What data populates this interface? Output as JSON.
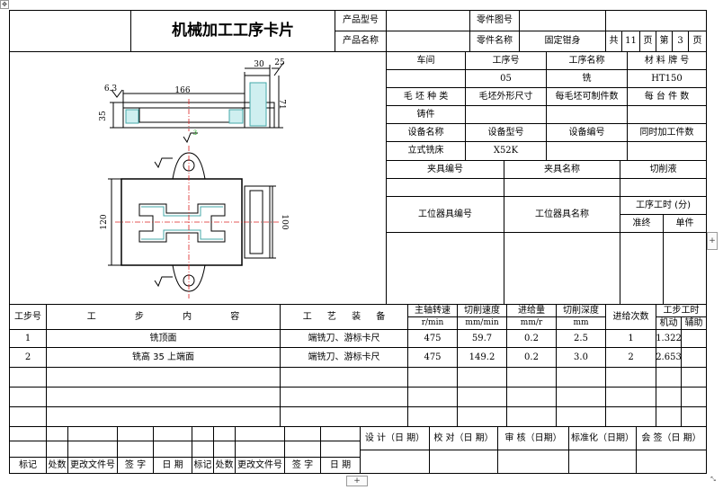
{
  "header": {
    "title": "机械加工工序卡片",
    "product_model_label": "产品型号",
    "product_model": "",
    "product_name_label": "产品名称",
    "product_name": "",
    "part_drawing_no_label": "零件图号",
    "part_drawing_no": "",
    "part_name_label": "零件名称",
    "part_name": "固定钳身",
    "total_label": "共",
    "total_pages": "11",
    "page_unit": "页",
    "page_label": "第",
    "page_no": "3",
    "page_unit2": "页"
  },
  "drawing": {
    "dim_6_3": "6.3",
    "dim_166": "166",
    "dim_30": "30",
    "dim_25": "25",
    "dim_35": "35",
    "dim_71": "71",
    "dim_120": "120",
    "dim_100": "100",
    "rough_mark": "3"
  },
  "info": {
    "workshop_label": "车间",
    "process_no_label": "工序号",
    "process_name_label": "工序名称",
    "material_label": "材 料 牌 号",
    "workshop": "",
    "process_no": "05",
    "process_name": "铣",
    "material": "HT150",
    "blank_type_label": "毛 坯 种 类",
    "blank_size_label": "毛坯外形尺寸",
    "parts_per_blank_label": "每毛坯可制件数",
    "parts_per_machine_label": "每 台 件 数",
    "blank_type": "铸件",
    "equipment_name_label": "设备名称",
    "equipment_model_label": "设备型号",
    "equipment_no_label": "设备编号",
    "simultaneous_label": "同时加工件数",
    "equipment_name": "立式铣床",
    "equipment_model": "X52K",
    "fixture_no_label": "夹具编号",
    "fixture_name_label": "夹具名称",
    "coolant_label": "切削液",
    "station_tool_no_label": "工位器具编号",
    "station_tool_name_label": "工位器具名称",
    "process_time_label": "工序工时 (分)",
    "prep_label": "准终",
    "unit_label": "单件"
  },
  "steps": {
    "headers": {
      "step": "工步号",
      "content": "工 步 内 容",
      "equipment": "工 艺 装 备",
      "spindle": "主轴转速",
      "spindle_unit": "r/min",
      "speed": "切削速度",
      "speed_unit": "mm/min",
      "feed": "进给量",
      "feed_unit": "mm/r",
      "depth": "切削深度",
      "depth_unit": "mm",
      "passes": "进给次数",
      "time": "工步工时",
      "machine": "机动",
      "aux": "辅助"
    },
    "rows": [
      {
        "no": "1",
        "content": "铣顶面",
        "equipment": "端铣刀、游标卡尺",
        "spindle": "475",
        "speed": "59.7",
        "feed": "0.2",
        "depth": "2.5",
        "passes": "1",
        "machine": "1.322",
        "aux": ""
      },
      {
        "no": "2",
        "content": "铣高 35 上端面",
        "equipment": "端铣刀、游标卡尺",
        "spindle": "475",
        "speed": "149.2",
        "feed": "0.2",
        "depth": "3.0",
        "passes": "2",
        "machine": "2.653",
        "aux": ""
      }
    ]
  },
  "signoff": {
    "design": "设 计（日 期）",
    "proofread": "校 对（日 期）",
    "review": "审 核（日期）",
    "standard": "标准化（日期）",
    "countersign": "会 签（日 期）",
    "marks": [
      "标记",
      "处数",
      "更改文件号",
      "签 字",
      "日 期",
      "标记",
      "处数",
      "更改文件号",
      "签 字",
      "日 期"
    ]
  },
  "ui": {
    "side_handle": "+",
    "bottom_handle": "+"
  }
}
